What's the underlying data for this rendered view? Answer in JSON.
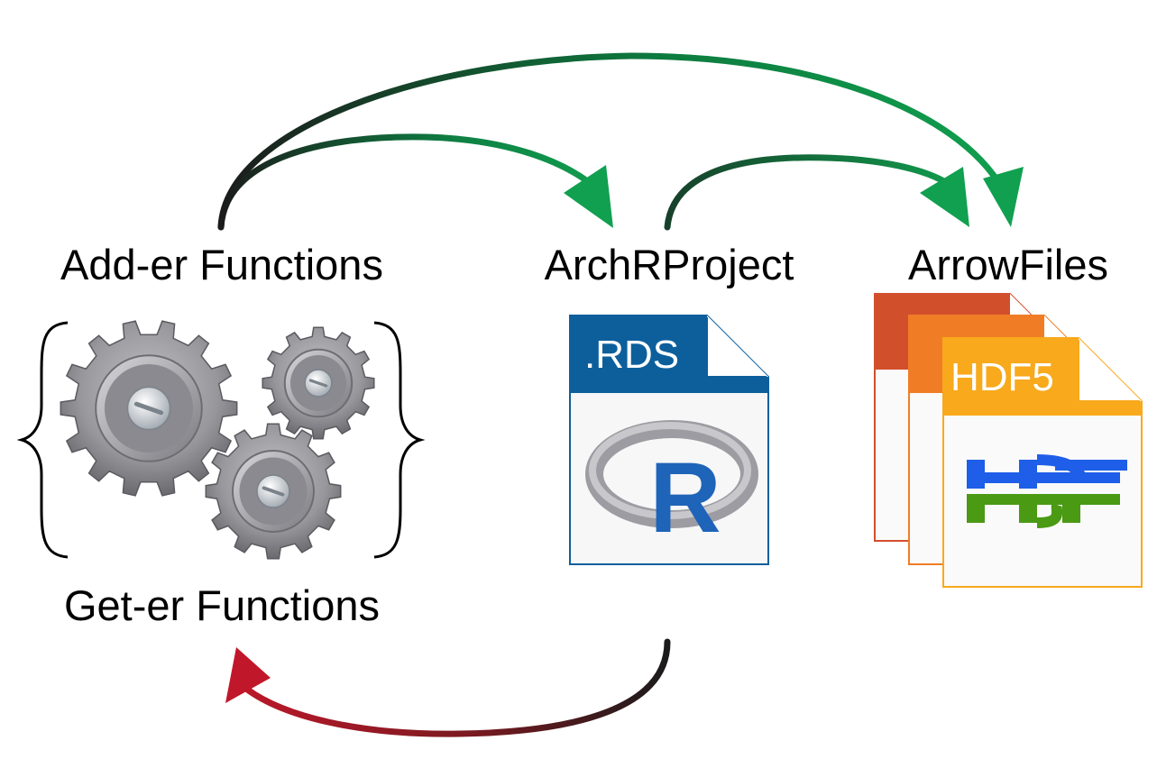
{
  "labels": {
    "adder": "Add-er Functions",
    "getter": "Get-er Functions",
    "project": "ArchRProject",
    "arrow_files": "ArrowFiles"
  },
  "rds_file": {
    "extension": ".RDS",
    "logo": "R",
    "header_color": "#0d5f9c",
    "logo_color": "#1e64b8"
  },
  "hdf5_file": {
    "extension": "HDF5",
    "logo": "HDF",
    "page_colors": [
      "#d24f2b",
      "#f07d26",
      "#f8a91c"
    ],
    "logo_colors": [
      "#1e5ee8",
      "#4a9a14"
    ]
  },
  "arrow_colors": {
    "write": "#0f9a4c",
    "read": "#c0182a"
  }
}
